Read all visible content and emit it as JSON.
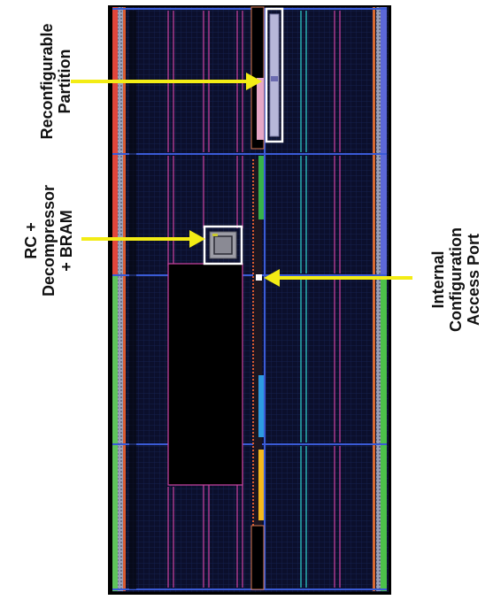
{
  "labels": {
    "reconfigurable_partition": [
      "Reconfigurable",
      "Partition"
    ],
    "rc_decompressor_bram": [
      "RC +",
      "Decompressor",
      "+ BRAM"
    ],
    "icap": [
      "Internal",
      "Configuration",
      "Access Port"
    ]
  },
  "colors": {
    "fabric_bg": "#0b0f2c",
    "grid_line": "#1a2a66",
    "region_border": "#3a5bd6",
    "arrow": "#f3ec15",
    "highlight_box": "#ffffff",
    "magenta_block": "#c0409a",
    "cyan_column": "#2fc7c7",
    "left_io_red": "#e0463b",
    "left_io_green": "#5fc45b",
    "right_io_blue": "#5c68d8",
    "right_io_green": "#4cc04a"
  }
}
